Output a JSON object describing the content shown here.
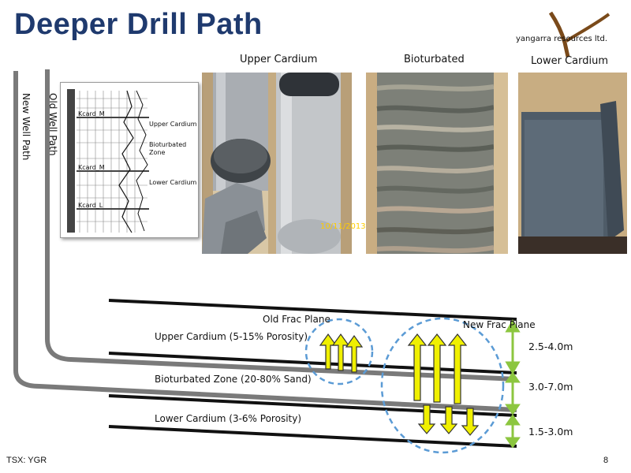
{
  "header": {
    "title": "Deeper Drill Path"
  },
  "logo": {
    "text": "yangarra resources ltd."
  },
  "photos": [
    {
      "label": "Upper Cardium"
    },
    {
      "label": "Bioturbated"
    },
    {
      "label": "Lower Cardium"
    }
  ],
  "photo_stamp": "10/11/2013",
  "well_paths": {
    "new": "New Well Path",
    "old": "Old Well Path"
  },
  "log": {
    "curve_labels": [
      "Kcard_M",
      "Kcard_M",
      "Kcard_L"
    ],
    "zone_labels": [
      "Upper Cardium",
      "Bioturbated Zone",
      "Lower Cardium"
    ]
  },
  "frac_planes": {
    "old": "Old Frac Plane",
    "new": "New Frac Plane"
  },
  "zones": [
    {
      "label": "Upper Cardium (5-15% Porosity)"
    },
    {
      "label": "Bioturbated Zone (20-80% Sand)"
    },
    {
      "label": "Lower Cardium (3-6% Porosity)"
    }
  ],
  "thickness": [
    "2.5-4.0m",
    "3.0-7.0m",
    "1.5-3.0m"
  ],
  "footer": {
    "ticker": "TSX: YGR",
    "page": "8"
  },
  "colors": {
    "title": "#1f3a6e",
    "arrow_fill": "#f0f000",
    "arrow_stroke": "#333333",
    "dash_ellipse": "#5b9bd5",
    "thickness_arrow": "#8cc63f",
    "well_path": "#7a7a7a"
  }
}
